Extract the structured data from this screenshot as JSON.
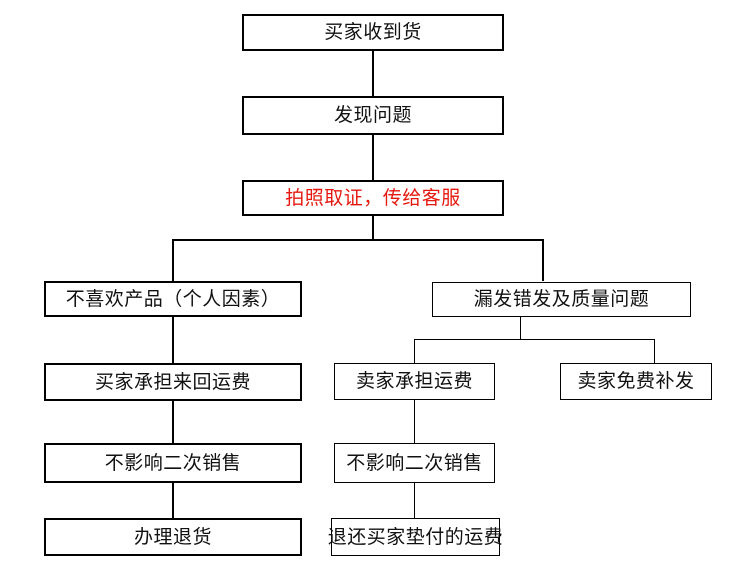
{
  "diagram": {
    "title_text": "",
    "colors": {
      "stroke": "#000000",
      "text": "#111111",
      "accent": "#e5180f",
      "background": "#ffffff"
    },
    "nodes": [
      {
        "id": "received",
        "label": "买家收到货"
      },
      {
        "id": "found-problem",
        "label": "发现问题"
      },
      {
        "id": "photo-evidence",
        "label": "拍照取证，传给客服"
      },
      {
        "id": "dislike-product",
        "label": "不喜欢产品（个人因素）"
      },
      {
        "id": "quality-issue",
        "label": "漏发错发及质量问题"
      },
      {
        "id": "buyer-shipping",
        "label": "买家承担来回运费"
      },
      {
        "id": "seller-shipping",
        "label": "卖家承担运费"
      },
      {
        "id": "seller-reship",
        "label": "卖家免费补发"
      },
      {
        "id": "resale-left",
        "label": "不影响二次销售"
      },
      {
        "id": "resale-mid",
        "label": "不影响二次销售"
      },
      {
        "id": "process-return",
        "label": "办理退货"
      },
      {
        "id": "refund-shipping",
        "label": "退还买家垫付的运费"
      }
    ]
  }
}
